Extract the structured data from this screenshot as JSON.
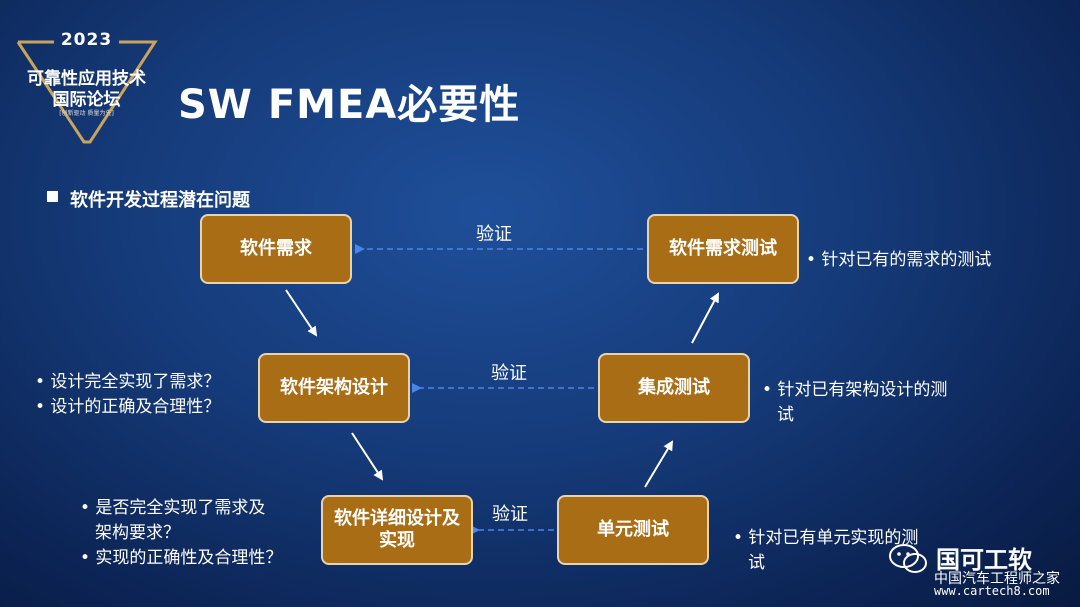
{
  "logo": {
    "year": "2023",
    "line1": "可靠性应用技术",
    "line2": "国际论坛",
    "line3": "[创新驱动 质量为先]"
  },
  "title": "SW FMEA必要性",
  "subtitle": "软件开发过程潜在问题",
  "boxes": {
    "req": "软件需求",
    "arch": "软件架构设计",
    "detail": "软件详细设计及实现",
    "unit": "单元测试",
    "integ": "集成测试",
    "reqtest": "软件需求测试"
  },
  "verify_label": "验证",
  "notes": {
    "reqtest": [
      "• 针对已有的需求的测试"
    ],
    "integ": [
      "• 针对已有架构设计的测",
      "试"
    ],
    "unit": [
      "• 针对已有单元实现的测",
      "试"
    ],
    "arch": [
      "• 设计完全实现了需求？",
      "• 设计的正确及合理性？"
    ],
    "detail": [
      "• 是否完全实现了需求及",
      "架构要求？",
      "• 实现的正确性及合理性？"
    ]
  },
  "watermark": {
    "brand": "国可工软",
    "cn": "中国汽车工程师之家",
    "url": "www.cartech8.com"
  },
  "colors": {
    "box_fill": "#a96d16",
    "box_border": "#e7d3ad",
    "dashed_arrow": "#4a86e8",
    "background": "#153a78"
  }
}
